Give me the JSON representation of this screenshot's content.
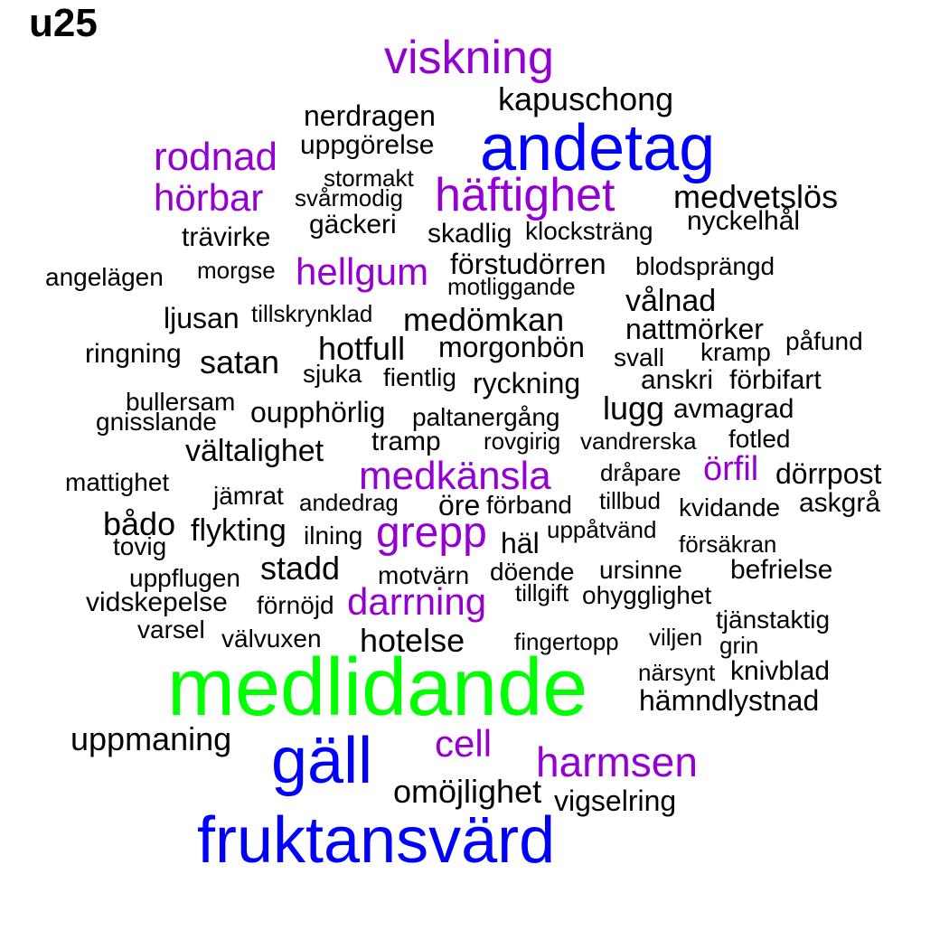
{
  "title": "u25",
  "colors": {
    "black": "#000000",
    "purple": "#9400D3",
    "blue": "#0000FF",
    "green": "#00FF00"
  },
  "words": [
    {
      "text": "viskning",
      "color": "purple"
    },
    {
      "text": "kapuschong",
      "color": "black"
    },
    {
      "text": "nerdragen",
      "color": "black"
    },
    {
      "text": "andetag",
      "color": "blue"
    },
    {
      "text": "rodnad",
      "color": "purple"
    },
    {
      "text": "uppgörelse",
      "color": "black"
    },
    {
      "text": "stormakt",
      "color": "black"
    },
    {
      "text": "hörbar",
      "color": "purple"
    },
    {
      "text": "svårmodig",
      "color": "black"
    },
    {
      "text": "häftighet",
      "color": "purple"
    },
    {
      "text": "medvetslös",
      "color": "black"
    },
    {
      "text": "nyckelhål",
      "color": "black"
    },
    {
      "text": "gäckeri",
      "color": "black"
    },
    {
      "text": "trävirke",
      "color": "black"
    },
    {
      "text": "skadlig",
      "color": "black"
    },
    {
      "text": "klocksträng",
      "color": "black"
    },
    {
      "text": "angelägen",
      "color": "black"
    },
    {
      "text": "morgse",
      "color": "black"
    },
    {
      "text": "hellgum",
      "color": "purple"
    },
    {
      "text": "förstudörren",
      "color": "black"
    },
    {
      "text": "blodsprängd",
      "color": "black"
    },
    {
      "text": "motliggande",
      "color": "black"
    },
    {
      "text": "vålnad",
      "color": "black"
    },
    {
      "text": "ljusan",
      "color": "black"
    },
    {
      "text": "tillskrynklad",
      "color": "black"
    },
    {
      "text": "medömkan",
      "color": "black"
    },
    {
      "text": "nattmörker",
      "color": "black"
    },
    {
      "text": "påfund",
      "color": "black"
    },
    {
      "text": "ringning",
      "color": "black"
    },
    {
      "text": "satan",
      "color": "black"
    },
    {
      "text": "hotfull",
      "color": "black"
    },
    {
      "text": "morgonbön",
      "color": "black"
    },
    {
      "text": "svall",
      "color": "black"
    },
    {
      "text": "kramp",
      "color": "black"
    },
    {
      "text": "sjuka",
      "color": "black"
    },
    {
      "text": "fientlig",
      "color": "black"
    },
    {
      "text": "ryckning",
      "color": "black"
    },
    {
      "text": "anskri",
      "color": "black"
    },
    {
      "text": "förbifart",
      "color": "black"
    },
    {
      "text": "bullersam",
      "color": "black"
    },
    {
      "text": "gnisslande",
      "color": "black"
    },
    {
      "text": "oupphörlig",
      "color": "black"
    },
    {
      "text": "paltanergång",
      "color": "black"
    },
    {
      "text": "lugg",
      "color": "black"
    },
    {
      "text": "avmagrad",
      "color": "black"
    },
    {
      "text": "vältalighet",
      "color": "black"
    },
    {
      "text": "tramp",
      "color": "black"
    },
    {
      "text": "rovgirig",
      "color": "black"
    },
    {
      "text": "vandrerska",
      "color": "black"
    },
    {
      "text": "fotled",
      "color": "black"
    },
    {
      "text": "mattighet",
      "color": "black"
    },
    {
      "text": "medkänsla",
      "color": "purple"
    },
    {
      "text": "dråpare",
      "color": "black"
    },
    {
      "text": "örfil",
      "color": "purple"
    },
    {
      "text": "dörrpost",
      "color": "black"
    },
    {
      "text": "jämrat",
      "color": "black"
    },
    {
      "text": "andedrag",
      "color": "black"
    },
    {
      "text": "öre",
      "color": "black"
    },
    {
      "text": "förband",
      "color": "black"
    },
    {
      "text": "tillbud",
      "color": "black"
    },
    {
      "text": "kvidande",
      "color": "black"
    },
    {
      "text": "askgrå",
      "color": "black"
    },
    {
      "text": "bådo",
      "color": "black"
    },
    {
      "text": "flykting",
      "color": "black"
    },
    {
      "text": "ilning",
      "color": "black"
    },
    {
      "text": "grepp",
      "color": "purple"
    },
    {
      "text": "häl",
      "color": "black"
    },
    {
      "text": "uppåtvänd",
      "color": "black"
    },
    {
      "text": "tovig",
      "color": "black"
    },
    {
      "text": "försäkran",
      "color": "black"
    },
    {
      "text": "stadd",
      "color": "black"
    },
    {
      "text": "uppflugen",
      "color": "black"
    },
    {
      "text": "motvärn",
      "color": "black"
    },
    {
      "text": "döende",
      "color": "black"
    },
    {
      "text": "ursinne",
      "color": "black"
    },
    {
      "text": "befrielse",
      "color": "black"
    },
    {
      "text": "vidskepelse",
      "color": "black"
    },
    {
      "text": "förnöjd",
      "color": "black"
    },
    {
      "text": "darrning",
      "color": "purple"
    },
    {
      "text": "tillgift",
      "color": "black"
    },
    {
      "text": "ohygglighet",
      "color": "black"
    },
    {
      "text": "tjänstaktig",
      "color": "black"
    },
    {
      "text": "varsel",
      "color": "black"
    },
    {
      "text": "välvuxen",
      "color": "black"
    },
    {
      "text": "hotelse",
      "color": "black"
    },
    {
      "text": "fingertopp",
      "color": "black"
    },
    {
      "text": "viljen",
      "color": "black"
    },
    {
      "text": "grin",
      "color": "black"
    },
    {
      "text": "närsynt",
      "color": "black"
    },
    {
      "text": "knivblad",
      "color": "black"
    },
    {
      "text": "medlidande",
      "color": "green"
    },
    {
      "text": "hämndlystnad",
      "color": "black"
    },
    {
      "text": "uppmaning",
      "color": "black"
    },
    {
      "text": "cell",
      "color": "purple"
    },
    {
      "text": "gäll",
      "color": "blue"
    },
    {
      "text": "harmsen",
      "color": "purple"
    },
    {
      "text": "omöjlighet",
      "color": "black"
    },
    {
      "text": "vigselring",
      "color": "black"
    },
    {
      "text": "fruktansvärd",
      "color": "blue"
    }
  ]
}
